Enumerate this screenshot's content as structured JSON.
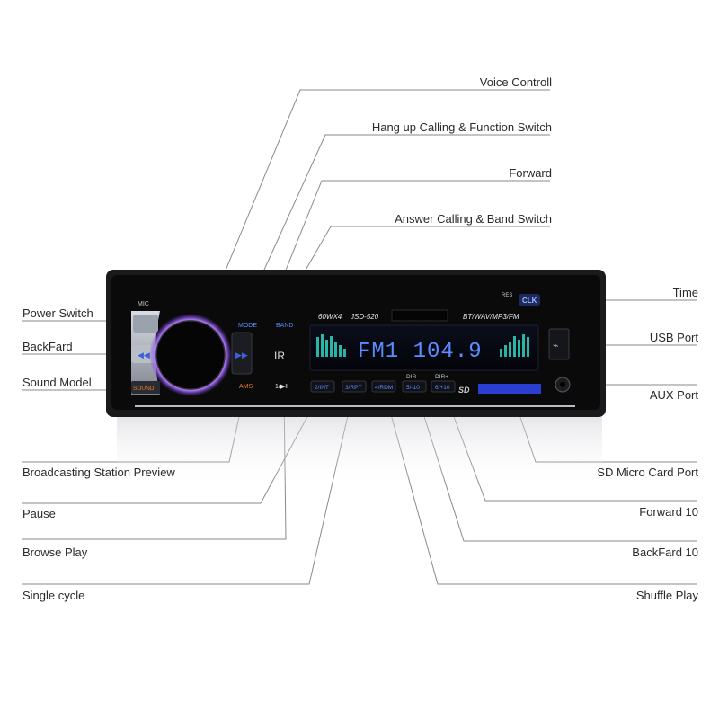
{
  "callouts": {
    "voice_control": "Voice Controll",
    "hang_up": "Hang up Calling & Function Switch",
    "forward": "Forward",
    "answer_calling": "Answer Calling & Band Switch",
    "time": "Time",
    "power_switch": "Power Switch",
    "usb_port": "USB Port",
    "backfard": "BackFard",
    "aux_port": "AUX Port",
    "sound_model": "Sound Model",
    "broadcasting_preview": "Broadcasting Station Preview",
    "sd_card_port": "SD Micro Card Port",
    "pause": "Pause",
    "forward_10": "Forward 10",
    "browse_play": "Browse Play",
    "backfard_10": "BackFard 10",
    "single_cycle": "Single cycle",
    "shuffle_play": "Shuffle Play"
  },
  "device": {
    "mic": "MIC",
    "res": "RES",
    "clk": "CLK",
    "mode": "MODE",
    "band": "BAND",
    "model_power": "60WX4",
    "model_number": "JSD-520",
    "formats": "BT/WAV/MP3/FM",
    "display": "FM1 104.9",
    "ams": "AMS",
    "btn1": "1/▶II",
    "btn2": "2/INT",
    "btn3": "3/RPT",
    "btn4": "4/RDM",
    "btn5": "5/-10",
    "btn6": "6/+10",
    "dir_minus": "DIR-",
    "dir_plus": "DIR+",
    "sd_logo": "SD",
    "sound_btn": "SOUND"
  },
  "colors": {
    "accent_orange": "#f07a28",
    "knob_glow": "#b07bff",
    "display_text": "#5c8cff",
    "button_text": "#4a78ff"
  }
}
